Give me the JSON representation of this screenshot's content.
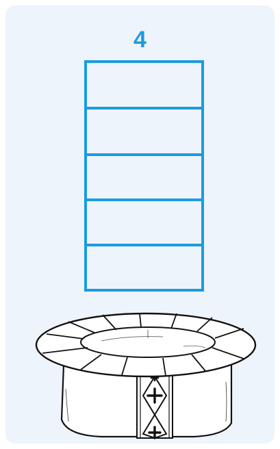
{
  "number_label": "4",
  "stack": {
    "box_count": 5,
    "box_border_color": "#1a9be0",
    "box_fill_color": "#eef4fb"
  },
  "colors": {
    "accent": "#1a9be0",
    "card_background": "#eef4fb",
    "ink": "#111111"
  },
  "illustration": {
    "name": "hat-illustration"
  }
}
